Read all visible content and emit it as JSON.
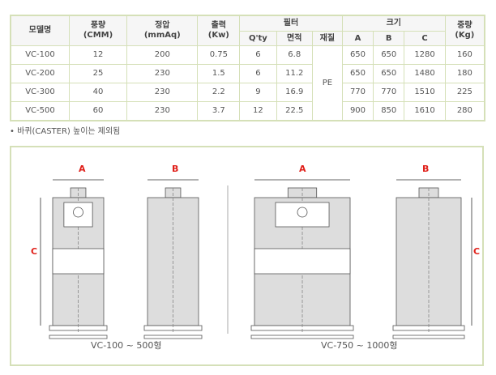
{
  "table": {
    "headers": {
      "model": "모델명",
      "airflow": "풍량",
      "airflow_unit": "(CMM)",
      "pressure": "정압",
      "pressure_unit": "(mmAq)",
      "power": "출력",
      "power_unit": "(Kw)",
      "filter": "필터",
      "filter_qty": "Q'ty",
      "filter_area": "면적",
      "filter_material": "재질",
      "size": "크기",
      "size_a": "A",
      "size_b": "B",
      "size_c": "C",
      "weight": "중량",
      "weight_unit": "(Kg)"
    },
    "material": "PE",
    "rows": [
      {
        "model": "VC-100",
        "airflow": "12",
        "pressure": "200",
        "power": "0.75",
        "qty": "6",
        "area": "6.8",
        "a": "650",
        "b": "650",
        "c": "1280",
        "weight": "160"
      },
      {
        "model": "VC-200",
        "airflow": "25",
        "pressure": "230",
        "power": "1.5",
        "qty": "6",
        "area": "11.2",
        "a": "650",
        "b": "650",
        "c": "1480",
        "weight": "180"
      },
      {
        "model": "VC-300",
        "airflow": "40",
        "pressure": "230",
        "power": "2.2",
        "qty": "9",
        "area": "16.9",
        "a": "770",
        "b": "770",
        "c": "1510",
        "weight": "225"
      },
      {
        "model": "VC-500",
        "airflow": "60",
        "pressure": "230",
        "power": "3.7",
        "qty": "12",
        "area": "22.5",
        "a": "900",
        "b": "850",
        "c": "1610",
        "weight": "280"
      }
    ]
  },
  "note": "• 바퀴(CASTER) 높이는 제외됨",
  "diagram": {
    "label_a": "A",
    "label_b": "B",
    "label_c": "C",
    "caption_small": "VC-100 ~ 500형",
    "caption_large": "VC-750 ~ 1000형"
  }
}
